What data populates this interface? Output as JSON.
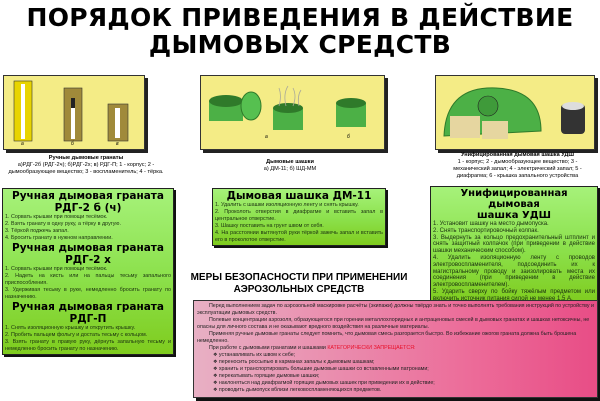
{
  "title": {
    "line1": "ПОРЯДОК ПРИВЕДЕНИЯ В ДЕЙСТВИЕ",
    "line2": "ДЫМОВЫХ СРЕДСТВ"
  },
  "figures": {
    "grenades": {
      "labels": [
        "а",
        "б",
        "в"
      ],
      "caption_title": "Ручные дымовые гранаты",
      "caption_text": "а)РДГ-2б (РДГ-2ч); б)РДГ-2х; в) РДГ-П; 1 - корпус; 2 - дымообразующее вещество; 3 - воспламенитель; 4 - тёрка."
    },
    "pots": {
      "labels": [
        "а",
        "б"
      ],
      "caption_title": "Дымовые шашки",
      "caption_text": "а) ДМ-11; б) ШД-ММ"
    },
    "udsh": {
      "caption_title": "Унифицированная дымовая шашка УДШ",
      "caption_text": "1 - корпус; 2 - дымообразующее вещество; 3 - механический запал; 4 - электрический запал; 5 - диафрагма; 6 - крышка запального устройства"
    }
  },
  "colors": {
    "picture_bg": "#f4ec86",
    "green": "#8be04a",
    "pink": "#ec6a98",
    "warning": "#e8102a"
  },
  "rdg": {
    "sections": [
      {
        "title1": "Ручная дымовая граната",
        "title2": "РДГ-2 б (ч)",
        "steps": [
          "1. Сорвать крышки при помощи тесёмок.",
          "2. Взять гранату в одну руку, а тёрку в другую.",
          "3. Тёркой поджечь запал.",
          "4. Бросить гранату в нужном направлении."
        ]
      },
      {
        "title1": "Ручная дымовая граната",
        "title2": "РДГ-2 х",
        "steps": [
          "1. Сорвать крышки при помощи тесёмок.",
          "2. Надеть на кисть или на пальцы тесьму запального приспособления.",
          "3. Удерживая тесьму в руке, немедленно бросить гранату по назначению."
        ]
      },
      {
        "title1": "Ручная дымовая граната",
        "title2": "РДГ-П",
        "steps": [
          "1. Снять изоляционную крышку и открутить крышку.",
          "2. Пробить пальцем фольгу и достать тесьму с кольцом.",
          "3. Взять гранату в правую руку, дёрнуть запальную тесьму и немедленно бросить гранату по назначению."
        ]
      }
    ]
  },
  "dm11": {
    "title": "Дымовая шашка ДМ-11",
    "steps": [
      "1. Удалить с шашки изоляционную ленту и снять крышку.",
      "2. Проколоть отверстия в диафрагме и вставить запал в центральное отверстие.",
      "3. Шашку поставить на грунт швом от себя.",
      "4. На расстоянии вытянутой руки тёркой зажечь запал и вставить его в проколотое отверстие."
    ]
  },
  "udsh": {
    "title1": "Унифицированная дымовая",
    "title2": "шашка УДШ",
    "steps": [
      "1. Установит шашку на место дымопуска.",
      "2. Снять транспортировочный колпак.",
      "3. Выдернуть за кольцо предохранительный штплинт и снять защитный колпачок (при приведении в действие шашки механическим способом).",
      "4. Удалить изоляционную ленту с проводов электровоспламенителя, подсоединить их к магистральному проводу и заизолировать места их соединения (при приведении в действие электровоспламенителем).",
      "5. Ударить сверху по бойку тяжёлым предметом или включить источник питания силой не менее 1,5 А."
    ]
  },
  "safety": {
    "title1": "МЕРЫ БЕЗОПАСНОСТИ ПРИ ПРИМЕНЕНИИ",
    "title2": "АЭРОЗОЛЬНЫХ СРЕДСТВ",
    "paragraphs": [
      "Перед выполнением задач по аэрозольной маскировке расчёты (экипажи) должны твёрдо знать и точно выполнять требования инструкций по устройству и эксплуатации дымовых средств.",
      "Полевые концентрации аэрозоля, образующегося при горении металлохлоридных и антраценовых смесей в дымовых гранатах и шашках нетоксичны, не опасны для личного состава и не оказывают вредного воздействия на различные материалы.",
      "Применяя ручные дымовые гранаты следует помнить, что дымовая смесь разгорается быстро. Во избежание ожогов граната должна быть брошена немедленно."
    ],
    "prohibit_intro": "При работе с дымовыми гранатами и шашками",
    "prohibit_word": "КАТЕГОРИЧЕСКИ ЗАПРЕЩАЕТСЯ:",
    "items": [
      "устанавливать их швом к себе;",
      "переносить россыпью в карманах запалы к дымовым шашкам;",
      "хранить и транспортировать большие дымовые шашки со вставленными патронами;",
      "перекатывать горящие дымовые шашки;",
      "наклоняться над диафрагмой горящих дымовых шашек при приведении их в действие;",
      "проводить дымопуск вблизи легковоспламеняющихся предметов."
    ]
  }
}
